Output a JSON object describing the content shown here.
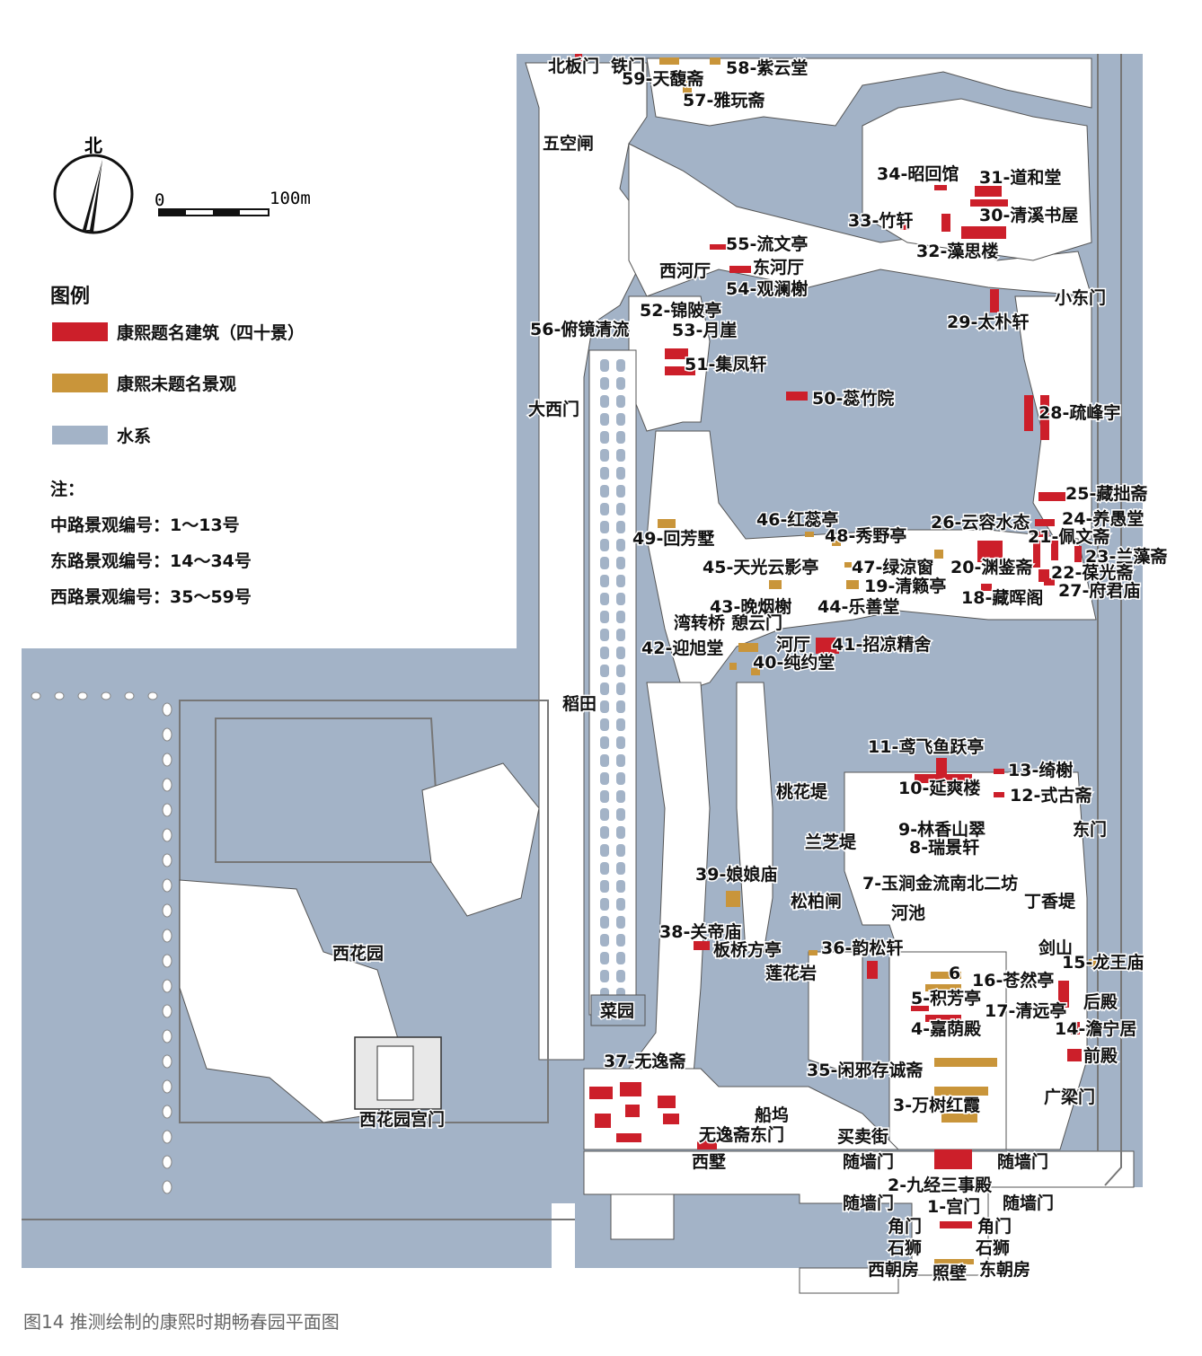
{
  "compass": {
    "north": "北",
    "scale_zero": "0",
    "scale_end": "100m"
  },
  "legend": {
    "title": "图例",
    "items": [
      {
        "label": "康熙题名建筑（四十景）",
        "color": "#cc1f2a"
      },
      {
        "label": "康熙未题名景观",
        "color": "#c9953a"
      },
      {
        "label": "水系",
        "color": "#a3b3c7"
      }
    ]
  },
  "notes": {
    "title": "注：",
    "lines": [
      "中路景观编号：1～13号",
      "东路景观编号：14～34号",
      "西路景观编号：35～59号"
    ]
  },
  "caption": "图14  推测绘制的康熙时期畅春园平面图",
  "colors": {
    "water": "#a3b3c7",
    "named": "#cc1f2a",
    "unnamed": "#c9953a",
    "line": "#555555"
  },
  "labels": [
    "北板门",
    "铁门",
    "59-天馥斋",
    "58-紫云堂",
    "57-雅玩斋",
    "五空闸",
    "34-昭回馆",
    "31-道和堂",
    "33-竹轩",
    "30-清溪书屋",
    "32-藻思楼",
    "55-流文亭",
    "西河厅",
    "东河厅",
    "54-观澜榭",
    "小东门",
    "52-锦陂亭",
    "56-俯镜清流",
    "53-月崖",
    "29-太朴轩",
    "51-集凤轩",
    "50-蕊竹院",
    "大西门",
    "28-疏峰宇",
    "25-藏拙斋",
    "46-红蕊亭",
    "26-云容水态",
    "24-养愚堂",
    "49-回芳墅",
    "48-秀野亭",
    "21-佩文斋",
    "23-兰藻斋",
    "45-天光云影亭",
    "47-绿涼窗",
    "20-渊鉴斋",
    "22-葆光斋",
    "19-清籁亭",
    "27-府君庙",
    "43-晚烟榭",
    "44-乐善堂",
    "18-藏晖阁",
    "湾转桥",
    "憩云门",
    "42-迎旭堂",
    "河厅",
    "41-招凉精舍",
    "40-纯约堂",
    "稻田",
    "11-鸢飞鱼跃亭",
    "13-绮榭",
    "桃花堤",
    "10-延爽楼",
    "12-式古斋",
    "9-林香山翠",
    "东门",
    "兰芝堤",
    "8-瑞景轩",
    "39-娘娘庙",
    "7-玉涧金流南北二坊",
    "松柏闸",
    "丁香堤",
    "河池",
    "38-关帝庙",
    "剑山",
    "板桥方亭",
    "36-韵松轩",
    "15-龙王庙",
    "西花园",
    "莲花岩",
    "6",
    "16-苍然亭",
    "5-积芳亭",
    "后殿",
    "17-清远亭",
    "菜园",
    "14-澹宁居",
    "4-嘉荫殿",
    "前殿",
    "37-无逸斋",
    "35-闲邪存诚斋",
    "西花园宫门",
    "3-万树红霞",
    "广梁门",
    "船坞",
    "无逸斋东门",
    "买卖街",
    "西墅",
    "随墙门",
    "随墙门",
    "2-九经三事殿",
    "随墙门",
    "1-宫门",
    "随墙门",
    "角门",
    "角门",
    "石狮",
    "石狮",
    "西朝房",
    "照壁",
    "东朝房"
  ]
}
